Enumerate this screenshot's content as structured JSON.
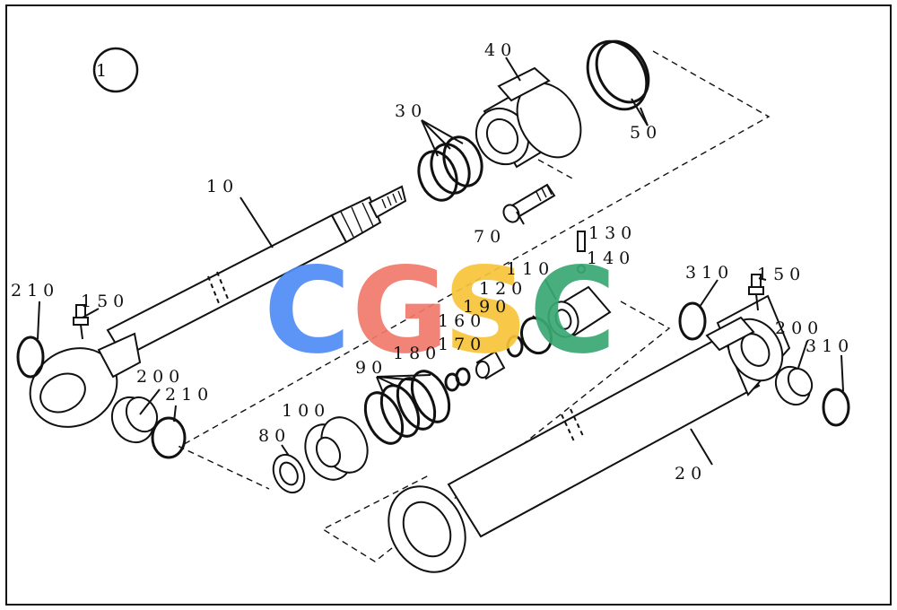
{
  "diagram": {
    "page_marker": "1",
    "watermark": {
      "letters": [
        {
          "char": "C",
          "color": "#4f8df5"
        },
        {
          "char": "G",
          "color": "#f07a6c"
        },
        {
          "char": "S",
          "color": "#f8c43a"
        },
        {
          "char": "C",
          "color": "#3aa872"
        }
      ]
    },
    "labels": {
      "p10": "10",
      "p20": "20",
      "p30": "30",
      "p40": "40",
      "p50": "50",
      "p70": "70",
      "p80": "80",
      "p90": "90",
      "p100": "100",
      "p110": "110",
      "p120": "120",
      "p130": "130",
      "p140": "140",
      "p150_left": "150",
      "p150_right": "150",
      "p160": "160",
      "p170": "170",
      "p180": "180",
      "p190": "190",
      "p200_left": "200",
      "p200_right": "200",
      "p210_top": "210",
      "p210_bottom": "210",
      "p310_top": "310",
      "p310_bottom": "310"
    }
  }
}
